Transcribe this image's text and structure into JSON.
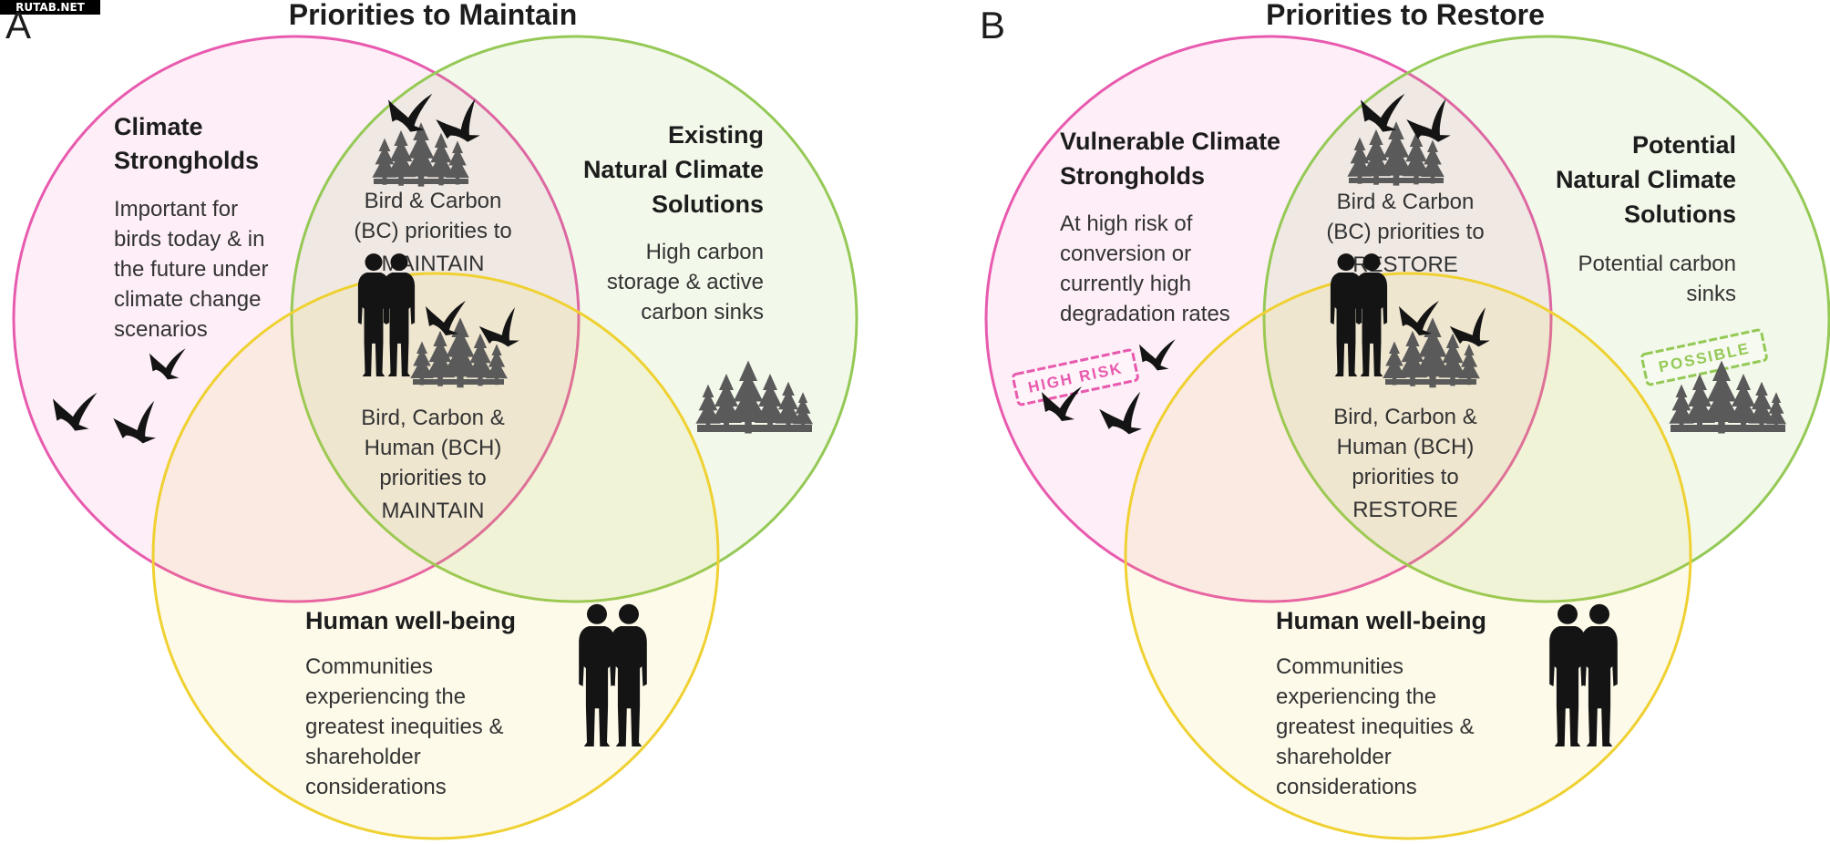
{
  "watermark": "RUTAB.NET",
  "colors": {
    "pink": "#e85aae",
    "green": "#95c956",
    "yellow": "#efd132",
    "icon": "#5a5a5a",
    "silhouette": "#141414"
  },
  "panelA": {
    "letter": "A",
    "title": "Priorities to Maintain",
    "pink_title": [
      "Climate",
      "Strongholds"
    ],
    "pink_desc": [
      "Important for",
      "birds today & in",
      "the future under",
      "climate change",
      "scenarios"
    ],
    "green_title": [
      "Existing",
      "Natural Climate",
      "Solutions"
    ],
    "green_desc": [
      "High carbon",
      "storage & active",
      "carbon sinks"
    ],
    "bc_text": [
      "Bird & Carbon",
      "(BC) priorities to",
      "MAINTAIN"
    ],
    "bch_text": [
      "Bird, Carbon &",
      "Human (BCH)",
      "priorities to",
      "MAINTAIN"
    ],
    "yellow_title": "Human well-being",
    "yellow_desc": [
      "Communities",
      "experiencing the",
      "greatest inequities &",
      "shareholder",
      "considerations"
    ]
  },
  "panelB": {
    "letter": "B",
    "title": "Priorities to Restore",
    "pink_title": [
      "Vulnerable Climate",
      "Strongholds"
    ],
    "pink_desc": [
      "At high risk of",
      "conversion or",
      "currently high",
      "degradation rates"
    ],
    "green_title": [
      "Potential",
      "Natural Climate",
      "Solutions"
    ],
    "green_desc": [
      "Potential carbon",
      "sinks"
    ],
    "bc_text": [
      "Bird & Carbon",
      "(BC) priorities to",
      "RESTORE"
    ],
    "bch_text": [
      "Bird, Carbon &",
      "Human (BCH)",
      "priorities to",
      "RESTORE"
    ],
    "yellow_title": "Human well-being",
    "yellow_desc": [
      "Communities",
      "experiencing the",
      "greatest inequities &",
      "shareholder",
      "considerations"
    ],
    "stamp_high_risk": "HIGH RISK",
    "stamp_possible": "POSSIBLE"
  }
}
